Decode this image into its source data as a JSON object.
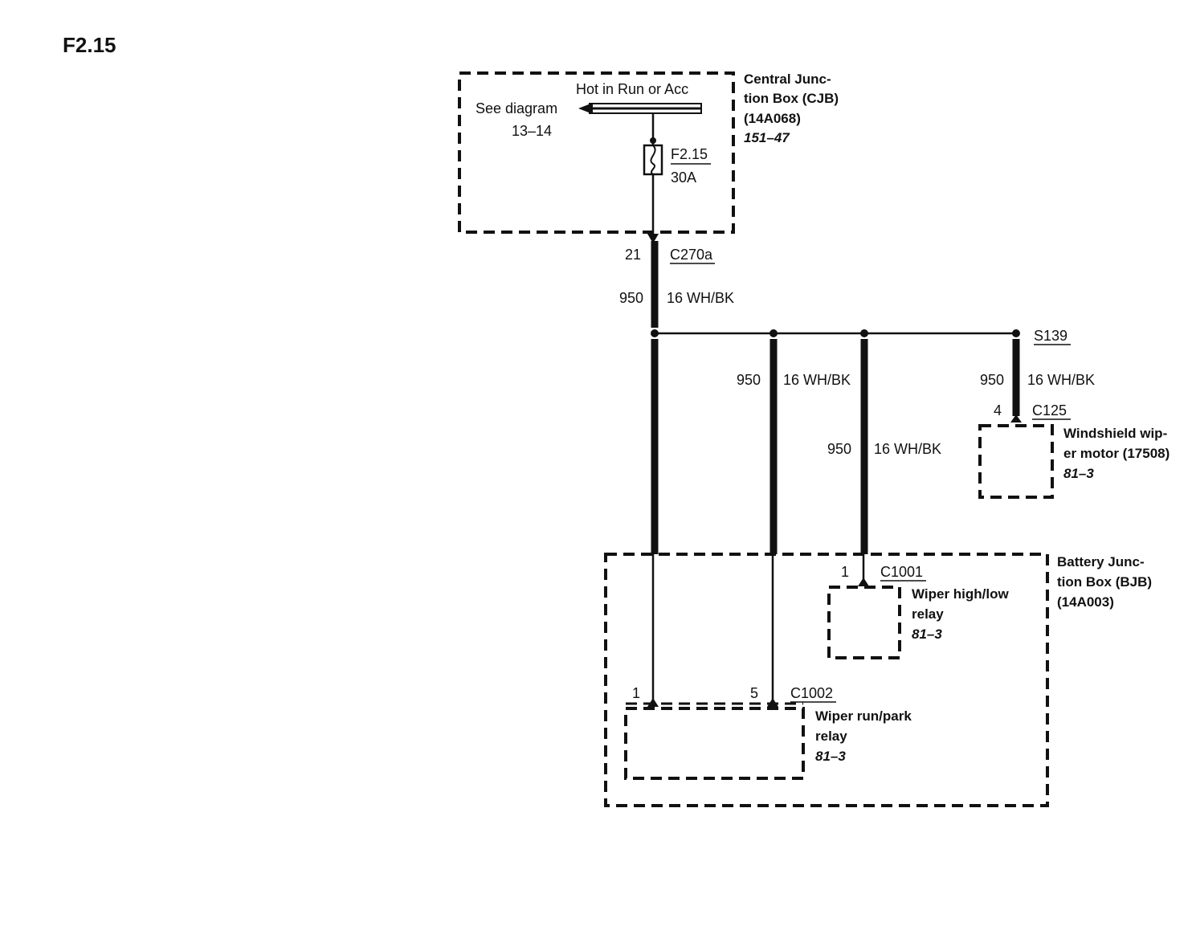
{
  "page_id": "F2.15",
  "cjb": {
    "name_line1": "Central Junc-",
    "name_line2": "tion Box (CJB)",
    "part": "(14A068)",
    "ref": "151–47",
    "bus_label": "Hot in Run or Acc",
    "see_line1": "See diagram",
    "see_line2": "13–14",
    "fuse_id": "F2.15",
    "fuse_rating": "30A"
  },
  "c270a": {
    "pin": "21",
    "name": "C270a"
  },
  "circuits": {
    "trunk": {
      "circuit": "950",
      "wire": "16 WH/BK"
    },
    "branch_run_park": {
      "circuit": "950",
      "wire": "16 WH/BK"
    },
    "branch_high_low": {
      "circuit": "950",
      "wire": "16 WH/BK"
    },
    "branch_motor": {
      "circuit": "950",
      "wire": "16 WH/BK"
    }
  },
  "splice": {
    "name": "S139"
  },
  "wiper_motor": {
    "connector": "C125",
    "pin": "4",
    "name_line1": "Windshield wip-",
    "name_line2": "er motor (17508)",
    "ref": "81–3"
  },
  "bjb": {
    "name_line1": "Battery Junc-",
    "name_line2": "tion Box (BJB)",
    "part": "(14A003)"
  },
  "high_low_relay": {
    "connector": "C1001",
    "pin": "1",
    "name_line1": "Wiper high/low",
    "name_line2": "relay",
    "ref": "81–3"
  },
  "run_park_relay": {
    "connector": "C1002",
    "pin_a": "1",
    "pin_b": "5",
    "name_line1": "Wiper run/park",
    "name_line2": "relay",
    "ref": "81–3"
  }
}
